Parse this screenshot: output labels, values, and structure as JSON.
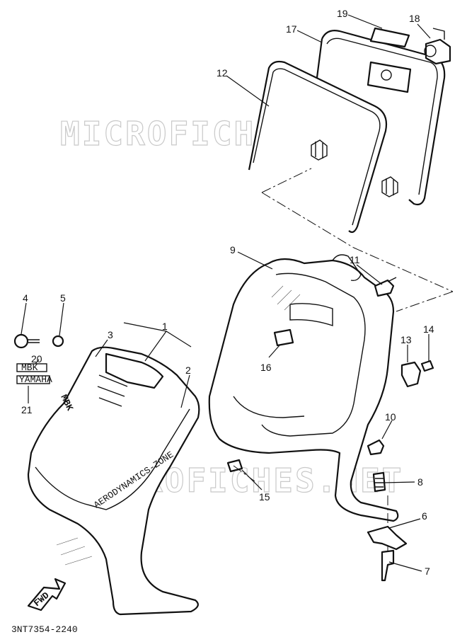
{
  "watermark": "MICROFICHES.NET",
  "diagram_code": "3NT7354-2240",
  "fwd_label": "FWD",
  "decal_mbk": "MBK",
  "decal_yamaha": "YAMAHA",
  "panel_text": "AERODYNAMICS-ZONE",
  "callouts": [
    "1",
    "2",
    "3",
    "4",
    "5",
    "6",
    "7",
    "8",
    "9",
    "10",
    "11",
    "12",
    "13",
    "14",
    "15",
    "16",
    "17",
    "18",
    "19",
    "20",
    "21"
  ]
}
